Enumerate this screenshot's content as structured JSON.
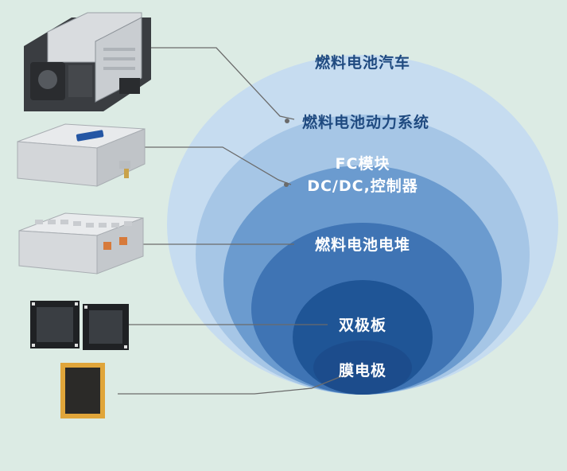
{
  "layers": [
    {
      "id": "vehicle",
      "label": "燃料电池汽车",
      "text_color": "#1f4a80"
    },
    {
      "id": "system",
      "label": "燃料电池动力系统",
      "text_color": "#1f4a80"
    },
    {
      "id": "module",
      "label": "FC模块",
      "label2": "DC/DC,控制器",
      "text_color": "#ffffff"
    },
    {
      "id": "stack",
      "label": "燃料电池电堆",
      "text_color": "#ffffff"
    },
    {
      "id": "plate",
      "label": "双极板",
      "text_color": "#ffffff"
    },
    {
      "id": "mea",
      "label": "膜电极",
      "text_color": "#ffffff"
    }
  ],
  "colors": {
    "background": "#dcebe4",
    "layer_fills": [
      "#c6dcf0",
      "#a6c6e6",
      "#6b9bcf",
      "#3f74b4",
      "#1f5596",
      "#1a4585"
    ],
    "leader_line": "#6b6b6b",
    "brand_blue": "#2456a4"
  },
  "components": [
    {
      "id": "fuel-cell-engine",
      "icon": "fuel-cell-engine-icon"
    },
    {
      "id": "dcdc-converter",
      "icon": "dcdc-converter-icon"
    },
    {
      "id": "fuel-cell-stack",
      "icon": "fuel-cell-stack-icon"
    },
    {
      "id": "bipolar-plates",
      "icon": "bipolar-plate-icon"
    },
    {
      "id": "membrane-electrode",
      "icon": "membrane-electrode-icon"
    }
  ]
}
